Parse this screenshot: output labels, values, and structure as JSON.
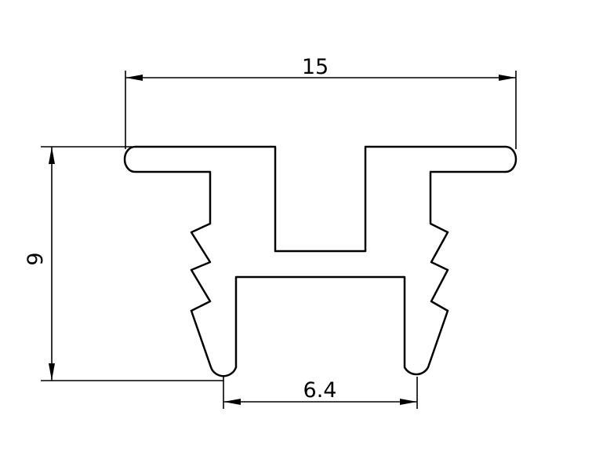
{
  "drawing": {
    "line_color": "#000000",
    "background_color": "#ffffff",
    "dimensions": {
      "overall_width": "15",
      "overall_height": "9",
      "opening_width": "6.4"
    }
  }
}
